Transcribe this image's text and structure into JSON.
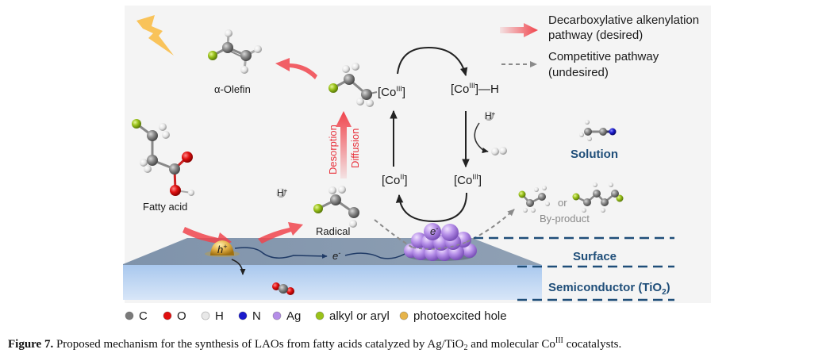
{
  "figure": {
    "legend_arrows": {
      "desired": [
        "Decarboxylative alkenylation",
        "pathway (desired)"
      ],
      "undesired": [
        "Competitive pathway",
        "(undesired)"
      ],
      "desired_color": "#f0444c",
      "undesired_color": "#8a8a8a"
    },
    "labels": {
      "olefin": "α-Olefin",
      "fatty_acid": "Fatty acid",
      "radical": "Radical",
      "desorption": "Desorption",
      "diffusion": "Diffusion",
      "h_plus_left": "H",
      "h_plus_right": "H",
      "plus": "+",
      "by_product": "By-product",
      "or": "or",
      "h_hole": "h",
      "e_minus": "e",
      "e_minus_ag": "e",
      "minus": "-"
    },
    "cobalt_cycle": {
      "co_iii_alkyl": {
        "base": "[Co",
        "sup": "III",
        "tail": "]"
      },
      "co_iii_h": {
        "base": "[Co",
        "sup": "III",
        "tail": "]—H"
      },
      "co_ii": {
        "base": "[Co",
        "sup": "II",
        "tail": "]"
      },
      "co_iii_bottom": {
        "base": "[Co",
        "sup": "III",
        "tail": "]"
      }
    },
    "zones": {
      "solution": "Solution",
      "surface": "Surface",
      "semiconductor": "Semiconductor (TiO",
      "semiconductor_sub": "2",
      "semiconductor_close": ")",
      "zone_color": "#1f4e79"
    },
    "atom_legend": [
      {
        "symbol": "C",
        "color": "#7a7a7a"
      },
      {
        "symbol": "O",
        "color": "#e01010"
      },
      {
        "symbol": "H",
        "color": "#e8e8e8"
      },
      {
        "symbol": "N",
        "color": "#1a1acc"
      },
      {
        "symbol": "Ag",
        "color": "#b58ee8"
      },
      {
        "symbol": "alkyl or aryl",
        "color": "#9ac21a"
      },
      {
        "symbol": "photoexcited hole",
        "color": "#e6b44a"
      }
    ]
  },
  "caption": {
    "label": "Figure 7.",
    "text_1": " Proposed mechanism for the synthesis of LAOs from fatty acids catalyzed by Ag/TiO",
    "sub": "2",
    "text_2": " and molecular Co",
    "sup": "III",
    "text_3": " cocatalysts."
  }
}
